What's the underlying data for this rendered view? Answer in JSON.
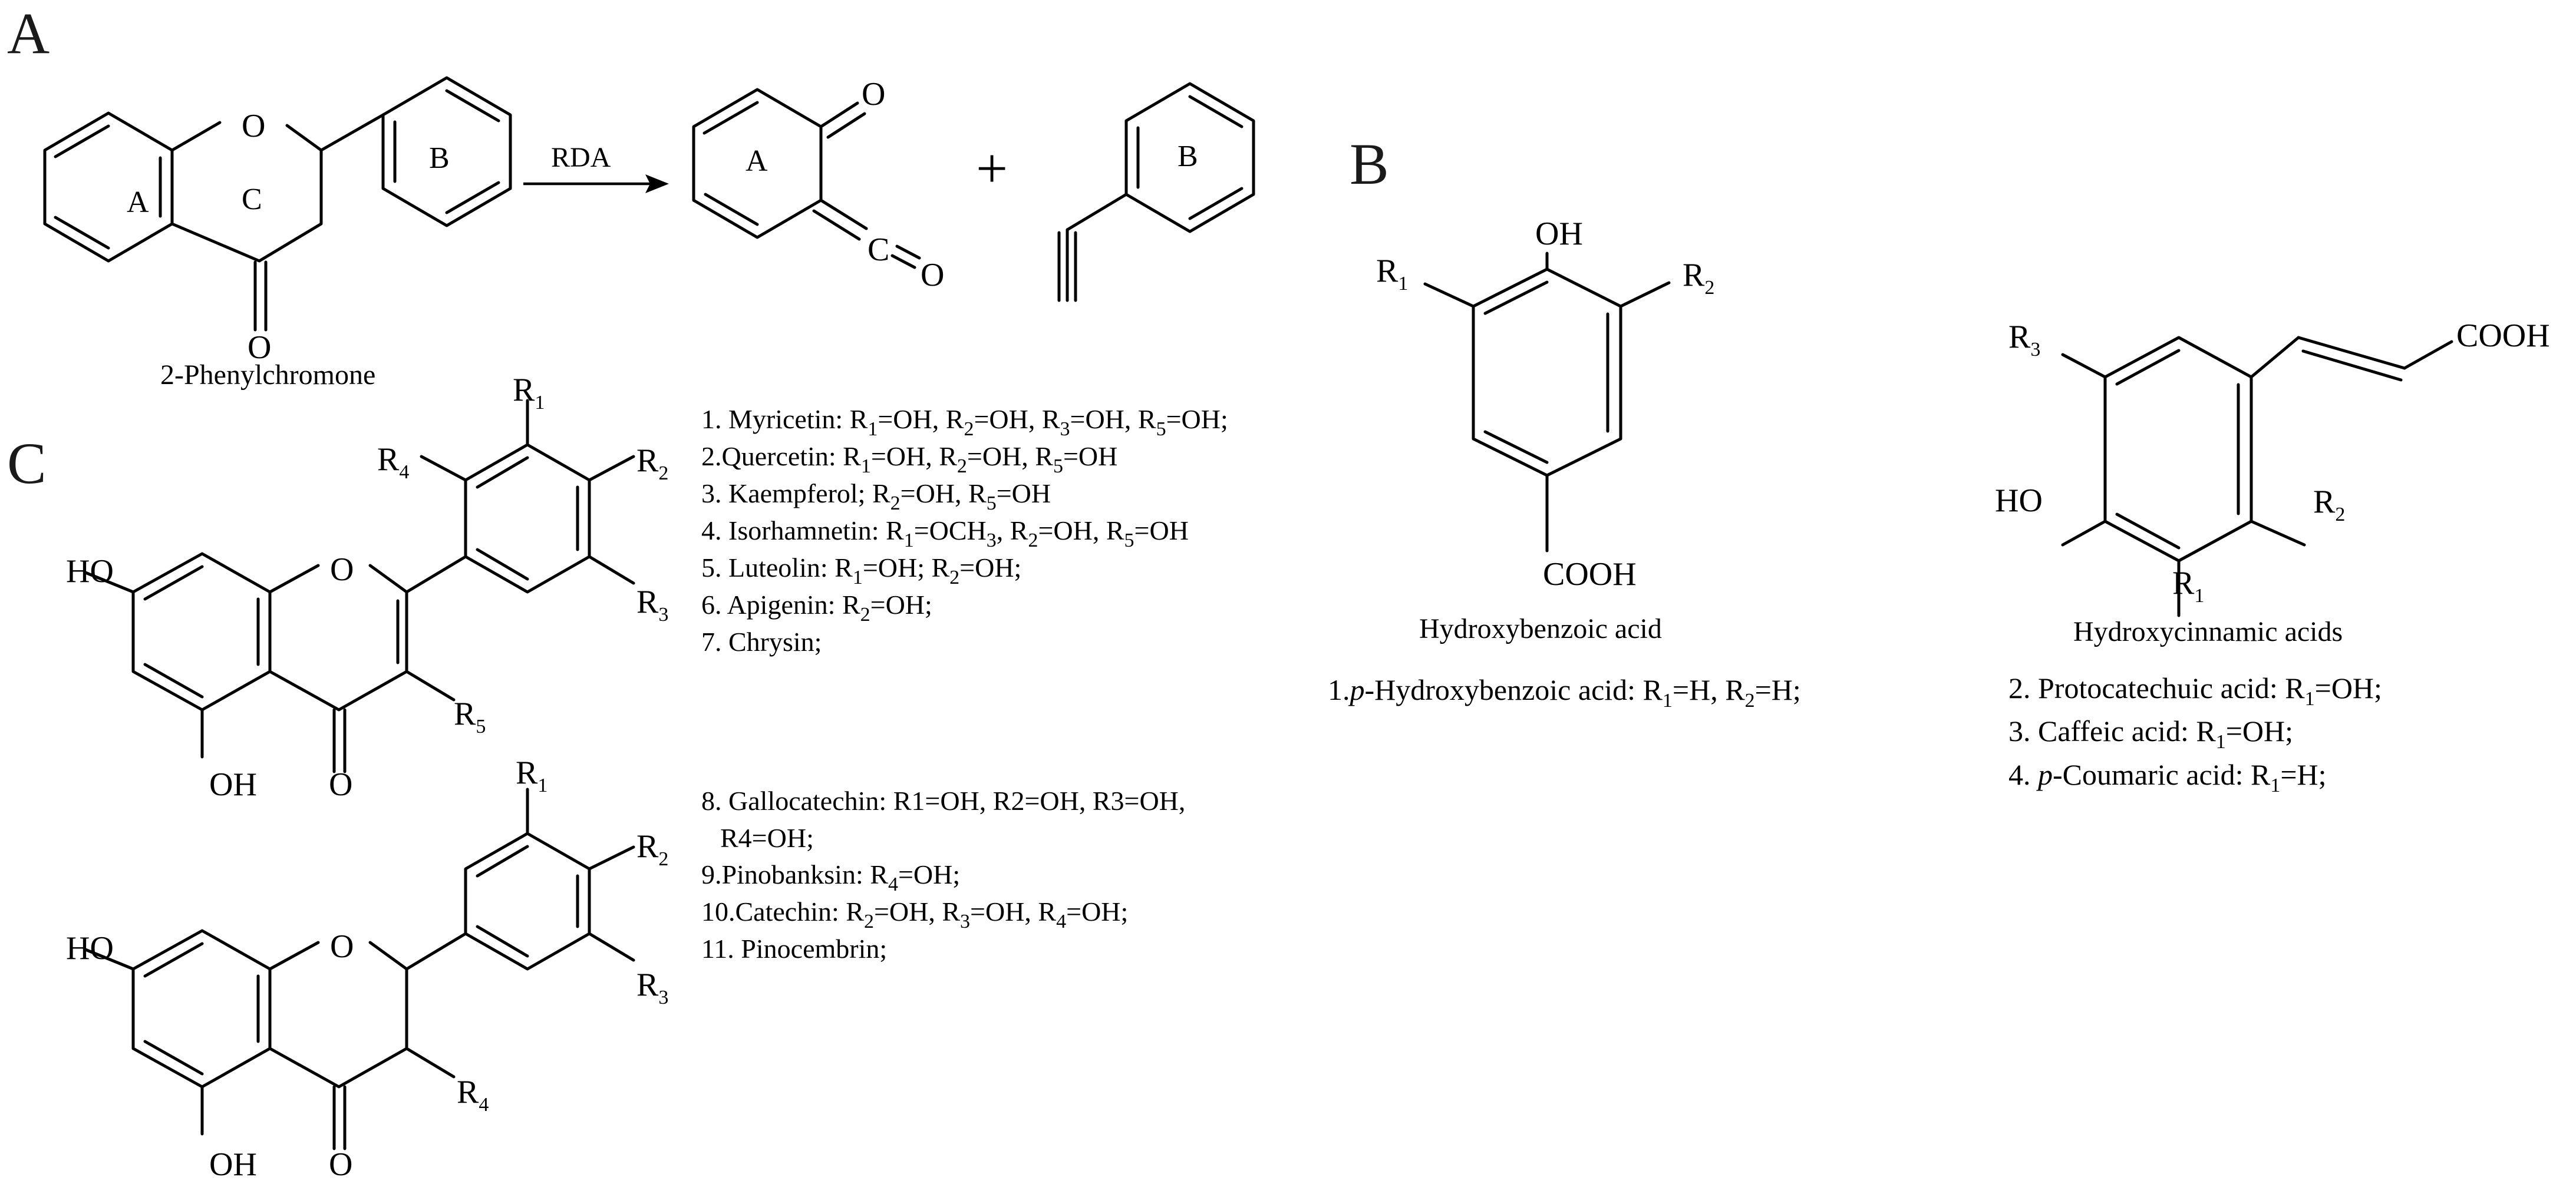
{
  "figure": {
    "panel_labels": {
      "a": "A",
      "b": "B",
      "c": "C"
    },
    "panel_a": {
      "reactant_name": "2-Phenylchromone",
      "reaction_label": "RDA",
      "plus_sign": "+",
      "rings": {
        "a": "A",
        "b": "B",
        "c": "C"
      },
      "atoms": {
        "o": "O",
        "c": "C"
      }
    },
    "panel_b": {
      "atoms": {
        "oh": "OH",
        "ho": "HO",
        "cooh": "COOH",
        "r": "R",
        "n1": "1",
        "n2": "2",
        "n3": "3"
      },
      "hydroxybenzoic": {
        "title": "Hydroxybenzoic acid",
        "compound_1": {
          "prefix": "1.",
          "italic": "p",
          "rest": "-Hydroxybenzoic acid: R",
          "mid": "=H, R",
          "end": "=H;"
        }
      },
      "hydroxycinnamic": {
        "title": "Hydroxycinnamic acids",
        "compound_2": {
          "prefix": "2. Protocatechuic acid: R",
          "end": "=OH;"
        },
        "compound_3": {
          "prefix": "3. Caffeic acid: R",
          "end": "=OH;"
        },
        "compound_4": {
          "prefix": "4. ",
          "italic": "p",
          "rest": "-Coumaric acid: R",
          "end": "=H;"
        }
      }
    },
    "panel_c": {
      "atoms": {
        "ho": "HO",
        "oh": "OH",
        "o": "O",
        "r": "R",
        "n1": "1",
        "n2": "2",
        "n3": "3",
        "n4": "4",
        "n5": "5"
      },
      "flavones": {
        "l1": {
          "a": "1. Myricetin: R",
          "b": "=OH, R",
          "c": "=OH, R",
          "d": "=OH, R",
          "e": "=OH;"
        },
        "l2": {
          "a": "2.Quercetin: R",
          "b": "=OH, R",
          "c": "=OH,  R",
          "d": "=OH"
        },
        "l3": {
          "a": "3. Kaempferol; R",
          "b": "=OH,  R",
          "c": "=OH"
        },
        "l4": {
          "a": "4. Isorhamnetin: R",
          "b": "=OCH",
          "c": ", R",
          "d": "=OH, R",
          "e": "=OH"
        },
        "l5": {
          "a": "5. Luteolin: R",
          "b": "=OH; R",
          "c": "=OH;"
        },
        "l6": {
          "a": "6. Apigenin: R",
          "b": "=OH;"
        },
        "l7": {
          "a": "7. Chrysin;"
        }
      },
      "flavanols": {
        "l8a": "8. Gallocatechin: R1=OH, R2=OH, R3=OH,",
        "l8b": "R4=OH;",
        "l9": {
          "a": "9.Pinobanksin: R",
          "b": "=OH;"
        },
        "l10": {
          "a": "10.Catechin: R",
          "b": "=OH, R",
          "c": "=OH, R",
          "d": "=OH;"
        },
        "l11": "11. Pinocembrin;"
      }
    }
  }
}
